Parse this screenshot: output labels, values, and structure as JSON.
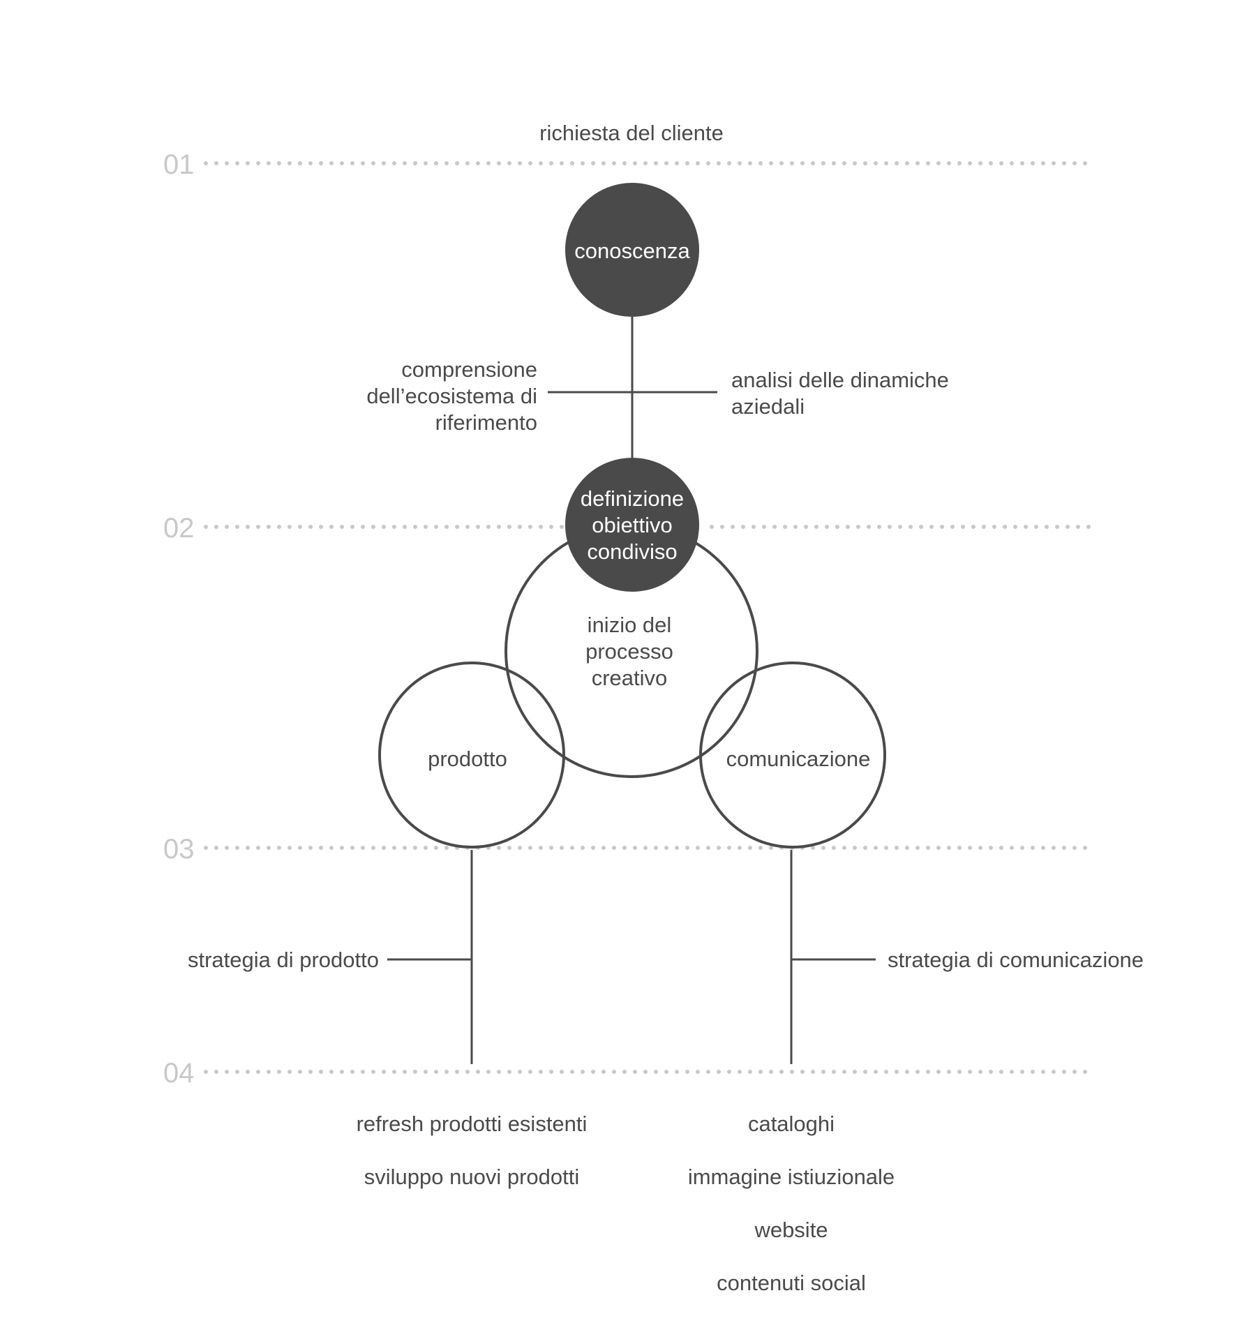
{
  "header": {
    "title": "richiesta del cliente"
  },
  "levels": [
    "01",
    "02",
    "03",
    "04"
  ],
  "nodes": {
    "conoscenza": "conoscenza",
    "definizione": "definizione\nobiettivo\ncondiviso",
    "inizio": "inizio del\nprocesso\ncreativo",
    "prodotto": "prodotto",
    "comunicazione": "comunicazione"
  },
  "branches": {
    "comprensione": "comprensione\ndell’ecosistema di\nriferimento",
    "analisi": "analisi delle dinamiche\naziedali",
    "strategia_prodotto": "strategia di prodotto",
    "strategia_comunicazione": "strategia di comunicazione"
  },
  "outputs": {
    "prodotto": [
      "refresh prodotti esistenti",
      "sviluppo nuovi prodotti"
    ],
    "comunicazione": [
      "cataloghi",
      "immagine istiuzionale",
      "website",
      "contenuti social"
    ]
  },
  "colors": {
    "dark": "#4a4a4a",
    "dots": "#c8c8c8",
    "text": "#4a4a4a"
  }
}
